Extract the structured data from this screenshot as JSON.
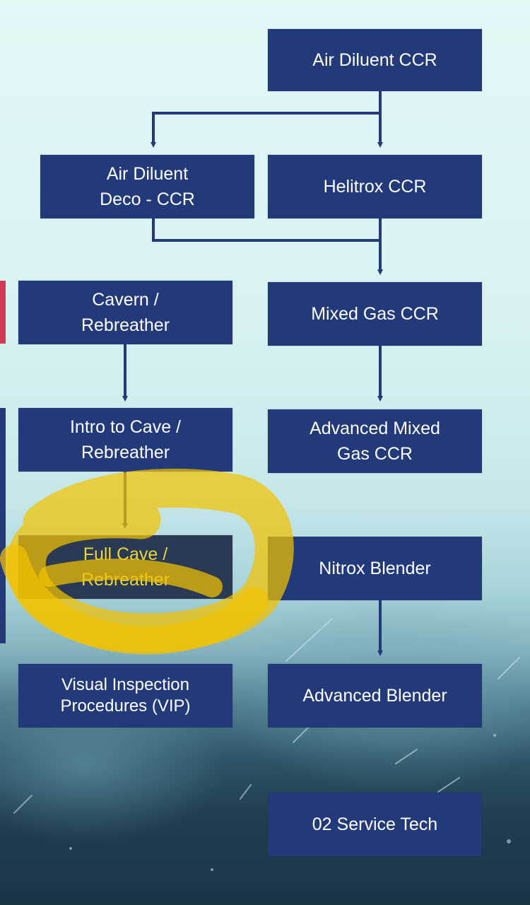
{
  "nodes": {
    "air_diluent_ccr": "Air Diluent CCR",
    "air_diluent_deco_ccr": "Air Diluent\nDeco - CCR",
    "helitrox_ccr": "Helitrox CCR",
    "cavern_rebreather": "Cavern /\nRebreather",
    "mixed_gas_ccr": "Mixed Gas CCR",
    "intro_cave_rebreather": "Intro to Cave /\nRebreather",
    "advanced_mixed_gas_ccr": "Advanced Mixed\nGas CCR",
    "full_cave_rebreather": "Full Cave /\nRebreather",
    "nitrox_blender": "Nitrox Blender",
    "visual_inspection": "Visual Inspection\nProcedures (VIP)",
    "advanced_blender": "Advanced Blender",
    "o2_service_tech": "02 Service Tech"
  },
  "colors": {
    "node_fill": "#223a7a",
    "node_text": "#ffffff",
    "highlight_marker": "#f2c200",
    "highlighted_text": "#e8d53a",
    "edge_accent_red": "#d23a55"
  },
  "highlight": {
    "target": "full_cave_rebreather",
    "style": "yellow freehand marker"
  }
}
